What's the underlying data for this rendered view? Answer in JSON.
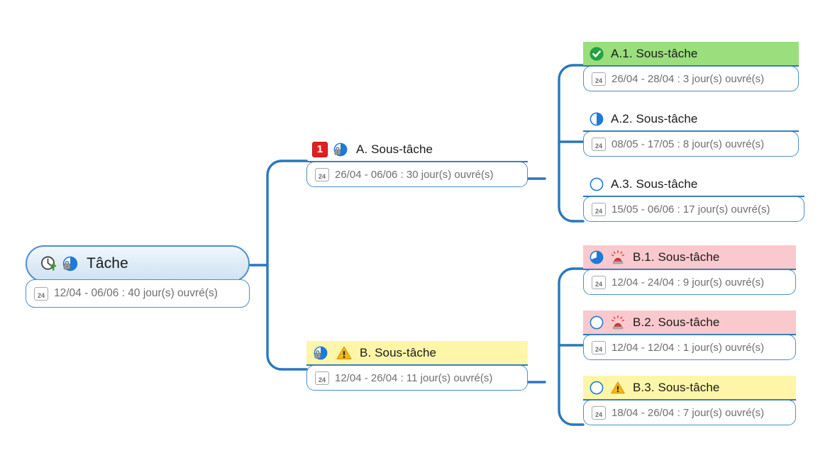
{
  "meta": {
    "view": "mindmap",
    "accent_blue": "#2a77bd",
    "node_border": "#4d8ec9",
    "status_green": "#9ade7e",
    "status_yellow": "#fdf6a8",
    "status_pink": "#fac9cd",
    "priority_red": "#e02020",
    "detail_text_color": "#6f6f6f",
    "calendar_day": "24"
  },
  "root": {
    "label": "Tâche",
    "detail": "12/04 - 06/06 : 40 jour(s) ouvré(s)",
    "start": "12/04",
    "end": "06/06",
    "duration": "40 jour(s) ouvré(s)",
    "status_bg": "none",
    "icons": [
      "clock-arrow-up-icon",
      "pie-progress-locked-icon"
    ],
    "progress": 75,
    "locked": true
  },
  "branches": [
    {
      "id": "A",
      "label": "A. Sous-tâche",
      "detail": "26/04 - 06/06 : 30 jour(s) ouvré(s)",
      "start": "26/04",
      "end": "06/06",
      "duration": "30 jour(s) ouvré(s)",
      "status_bg": "none",
      "priority": "1",
      "icons": [
        "priority-badge-icon",
        "pie-progress-locked-icon"
      ],
      "progress": 75,
      "locked": true,
      "children": [
        {
          "id": "A1",
          "label": "A.1. Sous-tâche",
          "detail": "26/04 - 28/04 : 3 jour(s) ouvré(s)",
          "start": "26/04",
          "end": "28/04",
          "duration": "3 jour(s) ouvré(s)",
          "status_bg": "green",
          "icons": [
            "check-circle-icon"
          ],
          "progress": 100,
          "locked": false
        },
        {
          "id": "A2",
          "label": "A.2. Sous-tâche",
          "detail": "08/05 - 17/05 : 8 jour(s) ouvré(s)",
          "start": "08/05",
          "end": "17/05",
          "duration": "8 jour(s) ouvré(s)",
          "status_bg": "none",
          "icons": [
            "pie-progress-icon"
          ],
          "progress": 50,
          "locked": false
        },
        {
          "id": "A3",
          "label": "A.3. Sous-tâche",
          "detail": "15/05 - 06/06 : 17 jour(s) ouvré(s)",
          "start": "15/05",
          "end": "06/06",
          "duration": "17 jour(s) ouvré(s)",
          "status_bg": "none",
          "icons": [
            "pie-progress-icon"
          ],
          "progress": 0,
          "locked": false
        }
      ]
    },
    {
      "id": "B",
      "label": "B. Sous-tâche",
      "detail": "12/04 - 26/04 : 11 jour(s) ouvré(s)",
      "start": "12/04",
      "end": "26/04",
      "duration": "11 jour(s) ouvré(s)",
      "status_bg": "yellow",
      "icons": [
        "pie-progress-locked-icon",
        "warning-triangle-icon"
      ],
      "progress": 75,
      "locked": true,
      "children": [
        {
          "id": "B1",
          "label": "B.1. Sous-tâche",
          "detail": "12/04 - 24/04 : 9 jour(s) ouvré(s)",
          "start": "12/04",
          "end": "24/04",
          "duration": "9 jour(s) ouvré(s)",
          "status_bg": "pink",
          "icons": [
            "pie-progress-icon",
            "alarm-siren-icon"
          ],
          "progress": 75,
          "locked": false
        },
        {
          "id": "B2",
          "label": "B.2. Sous-tâche",
          "detail": "12/04 - 12/04 : 1 jour(s) ouvré(s)",
          "start": "12/04",
          "end": "12/04",
          "duration": "1 jour(s) ouvré(s)",
          "status_bg": "pink",
          "icons": [
            "pie-progress-icon",
            "alarm-siren-icon"
          ],
          "progress": 0,
          "locked": false
        },
        {
          "id": "B3",
          "label": "B.3. Sous-tâche",
          "detail": "18/04 - 26/04 : 7 jour(s) ouvré(s)",
          "start": "18/04",
          "end": "26/04",
          "duration": "7 jour(s) ouvré(s)",
          "status_bg": "yellow",
          "icons": [
            "pie-progress-icon",
            "warning-triangle-icon"
          ],
          "progress": 0,
          "locked": false
        }
      ]
    }
  ]
}
